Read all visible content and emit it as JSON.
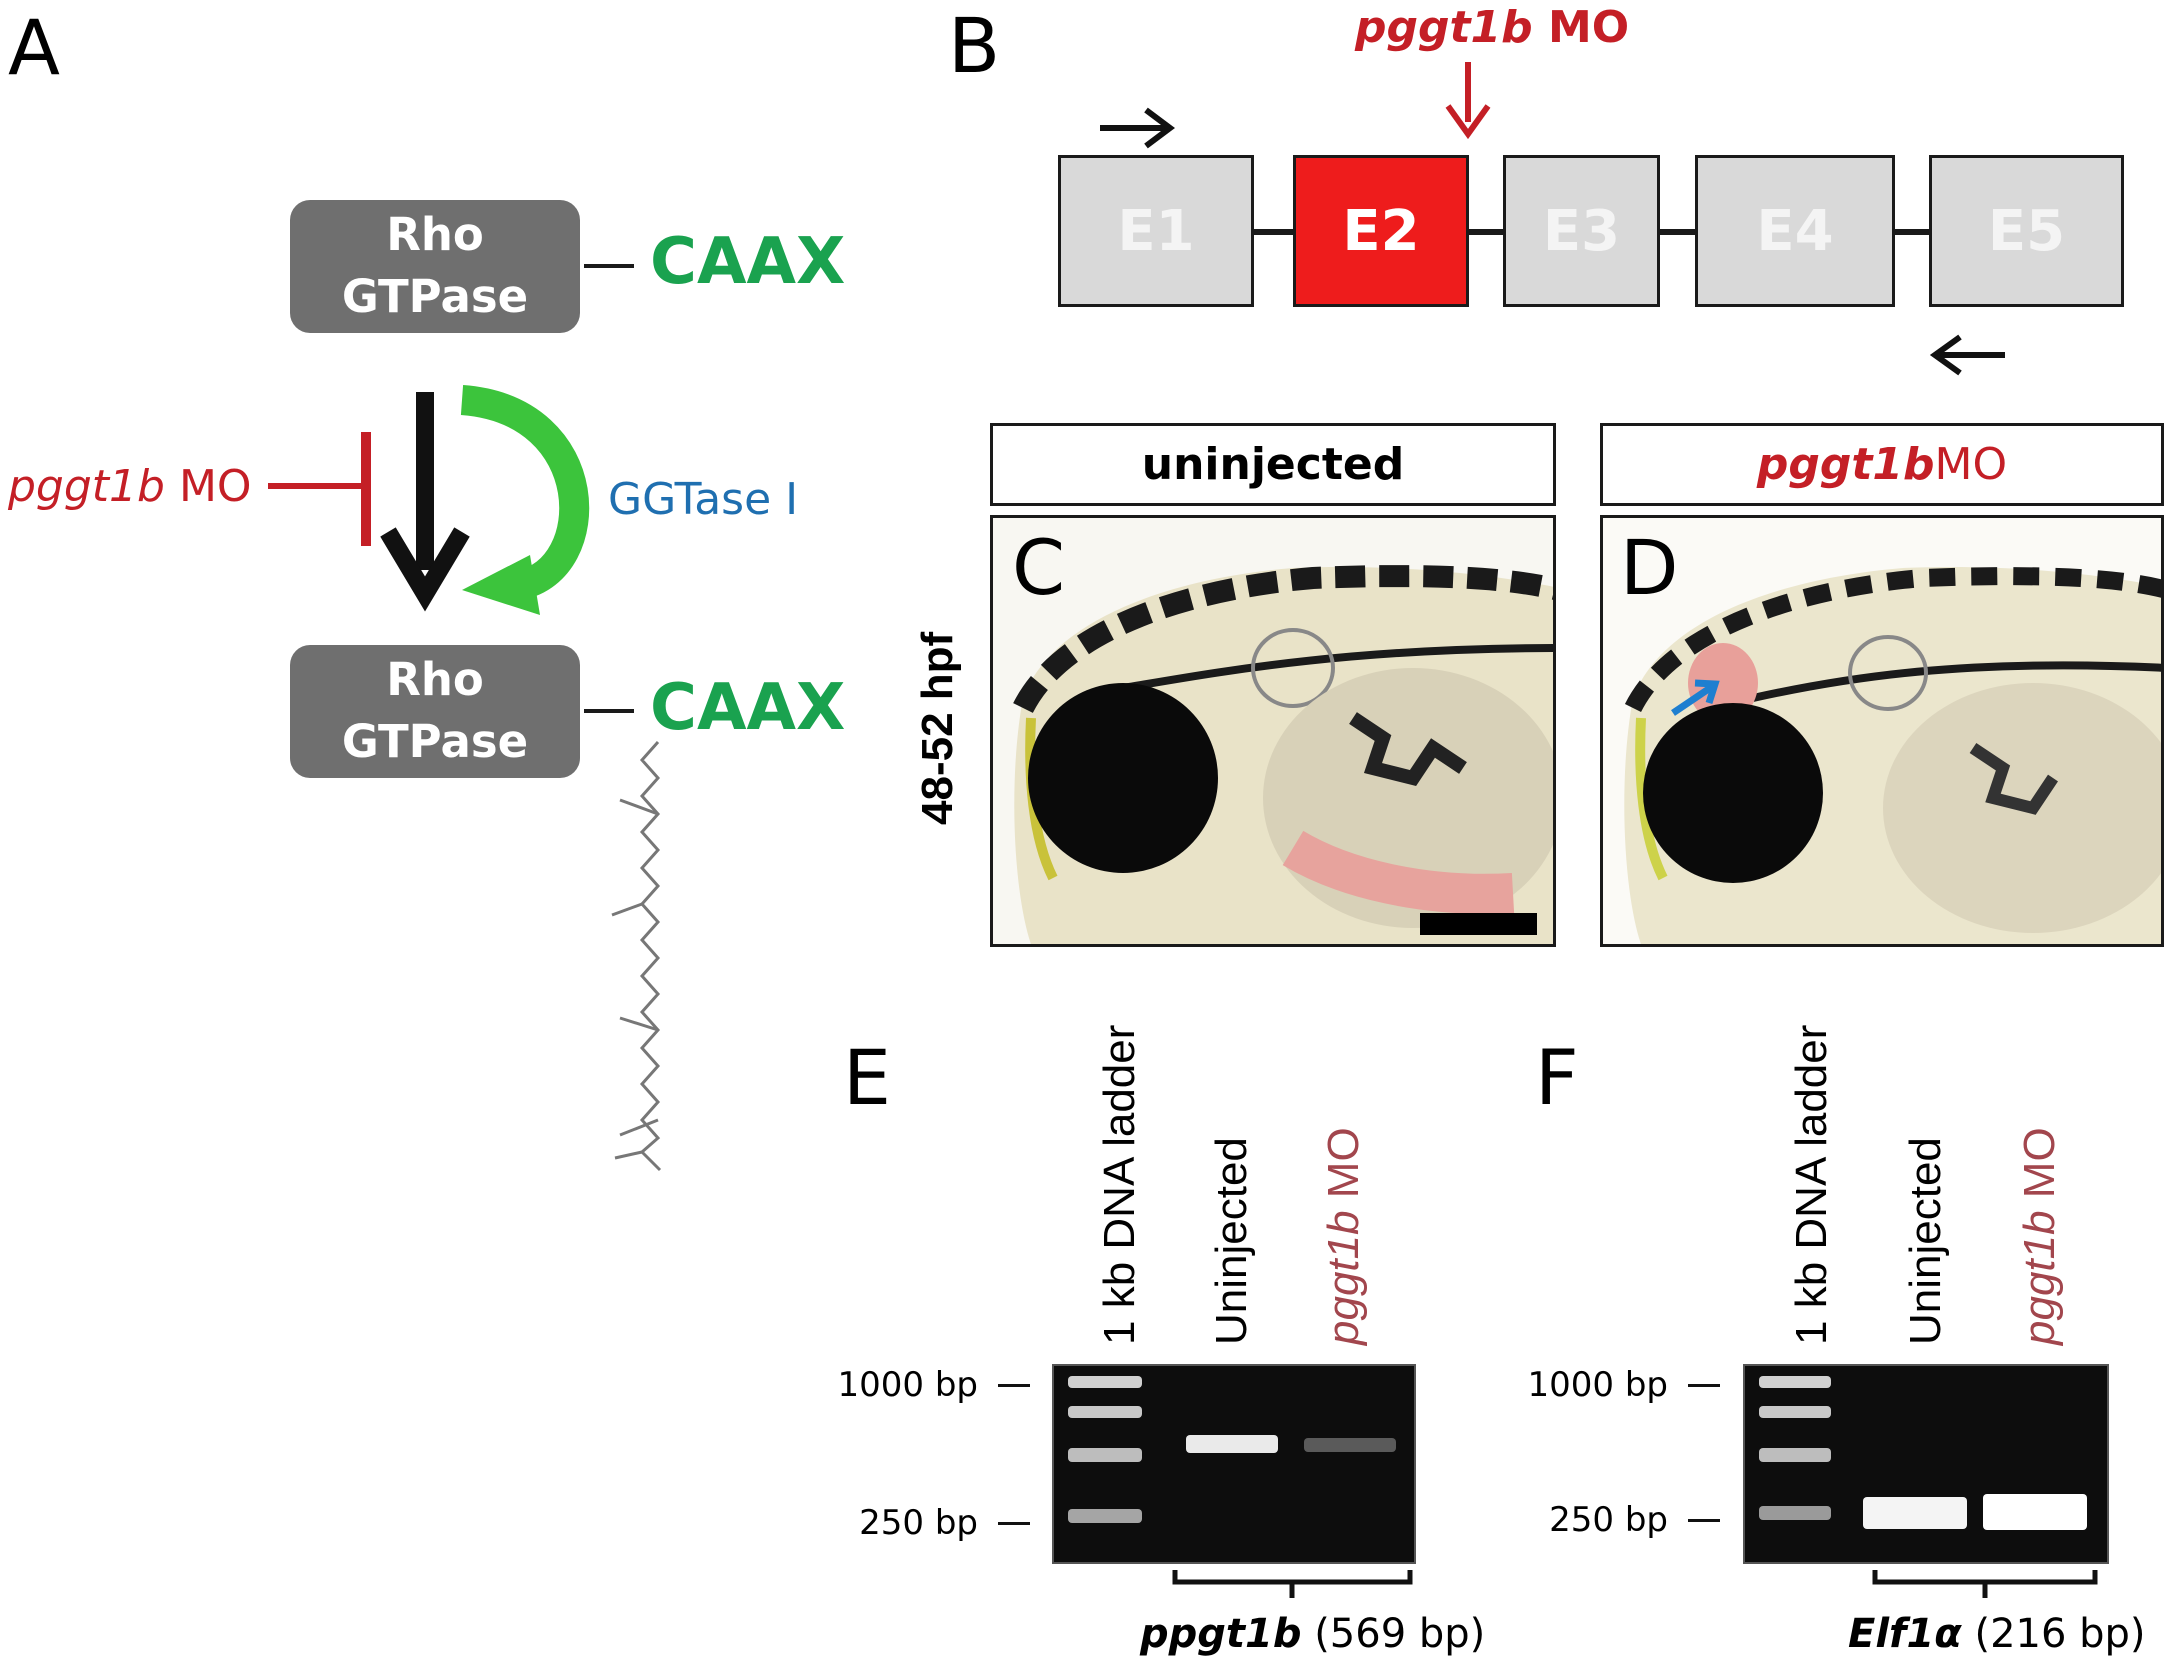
{
  "panels": {
    "a": "A",
    "b": "B",
    "c": "C",
    "d": "D",
    "e": "E",
    "f": "F"
  },
  "panel_a": {
    "box_top": {
      "line1": "Rho",
      "line2": "GTPase"
    },
    "box_bottom": {
      "line1": "Rho",
      "line2": "GTPase"
    },
    "caax_top": "CAAX",
    "caax_bottom": "CAAX",
    "mo_gene": "pggt1b",
    "mo_suffix": " MO",
    "enzyme": "GGTase I",
    "colors": {
      "box": "#6f6f6f",
      "caax": "#1aa24f",
      "inhibitor": "#c41f26",
      "enzyme": "#1f6fb0",
      "curve_arrow": "#3cc43c"
    }
  },
  "panel_b": {
    "mo_gene": "pggt1b",
    "mo_suffix": " MO",
    "exons": [
      "E1",
      "E2",
      "E3",
      "E4",
      "E5"
    ],
    "targeted_exon": "E2",
    "colors": {
      "exon": "#d9d9d9",
      "targeted": "#ee1c1c"
    }
  },
  "panels_cd": {
    "header_c": "uninjected",
    "header_d_gene": "pggt1b",
    "header_d_suffix": " MO",
    "stage": "48-52 hpf"
  },
  "panel_e": {
    "lanes": [
      "1 kb DNA ladder",
      "Uninjected"
    ],
    "lane_mo_gene": "pggt1b",
    "lane_mo_suffix": " MO",
    "markers": [
      "1000 bp",
      "250 bp"
    ],
    "gene": "ppgt1b",
    "size": " (569 bp)"
  },
  "panel_f": {
    "lanes": [
      "1 kb DNA ladder",
      "Uninjected"
    ],
    "lane_mo_gene": "pggt1b",
    "lane_mo_suffix": " MO",
    "markers": [
      "1000 bp",
      "250 bp"
    ],
    "gene": "Elf1α",
    "size": " (216 bp)"
  }
}
